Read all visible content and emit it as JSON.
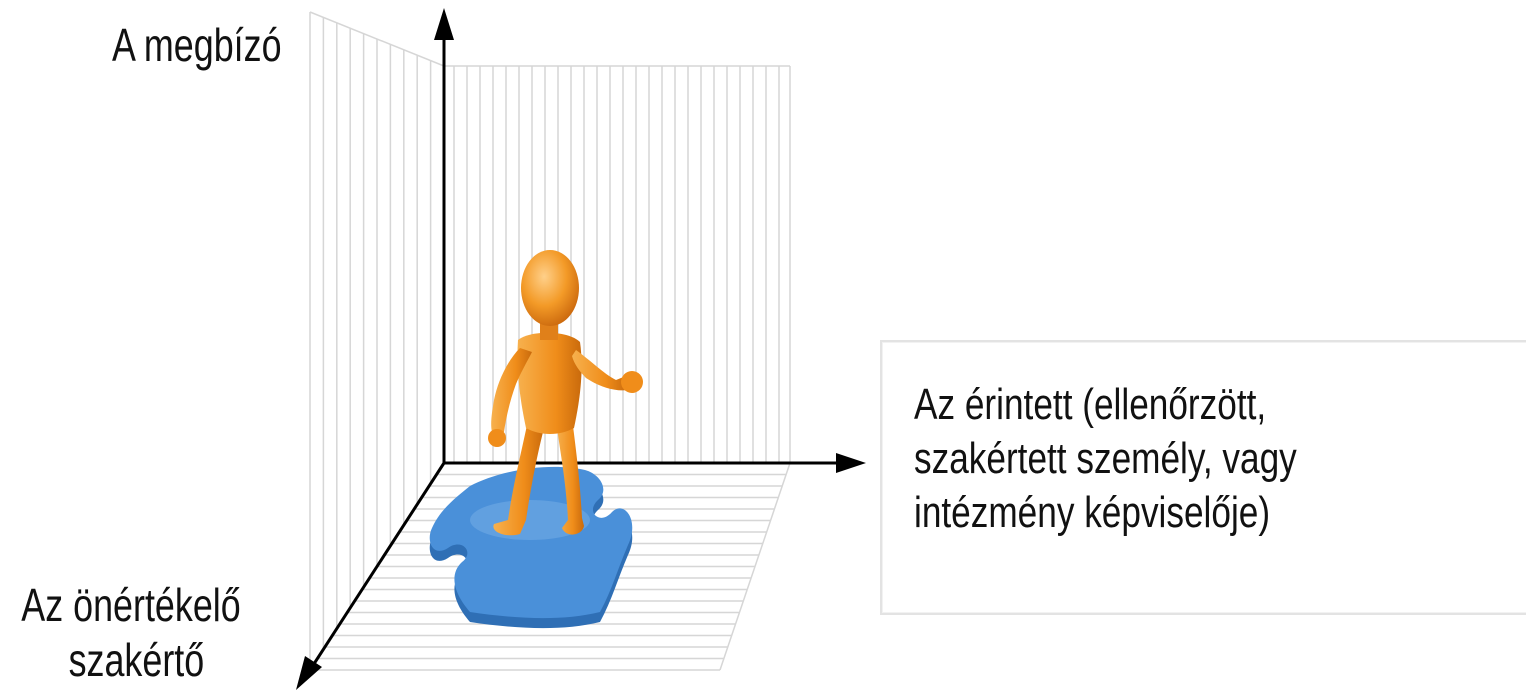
{
  "axes": {
    "vertical_label": "A megbízó",
    "depth_label_lines": [
      "Az önértékelő",
      "szakértő"
    ],
    "horizontal_label_lines": [
      "Az érintett (ellenőrzött,",
      "szakértett személy, vagy",
      "intézmény képviselője)"
    ]
  },
  "colors": {
    "figure": "#f0901c",
    "figure_shadow": "#c96a0c",
    "puzzle": "#4a90d9",
    "puzzle_edge": "#2f6fb5",
    "grid": "#d9d9d9",
    "axis": "#000000"
  },
  "icons": {
    "figure": "person-figure-icon",
    "puzzle": "puzzle-piece-icon"
  }
}
